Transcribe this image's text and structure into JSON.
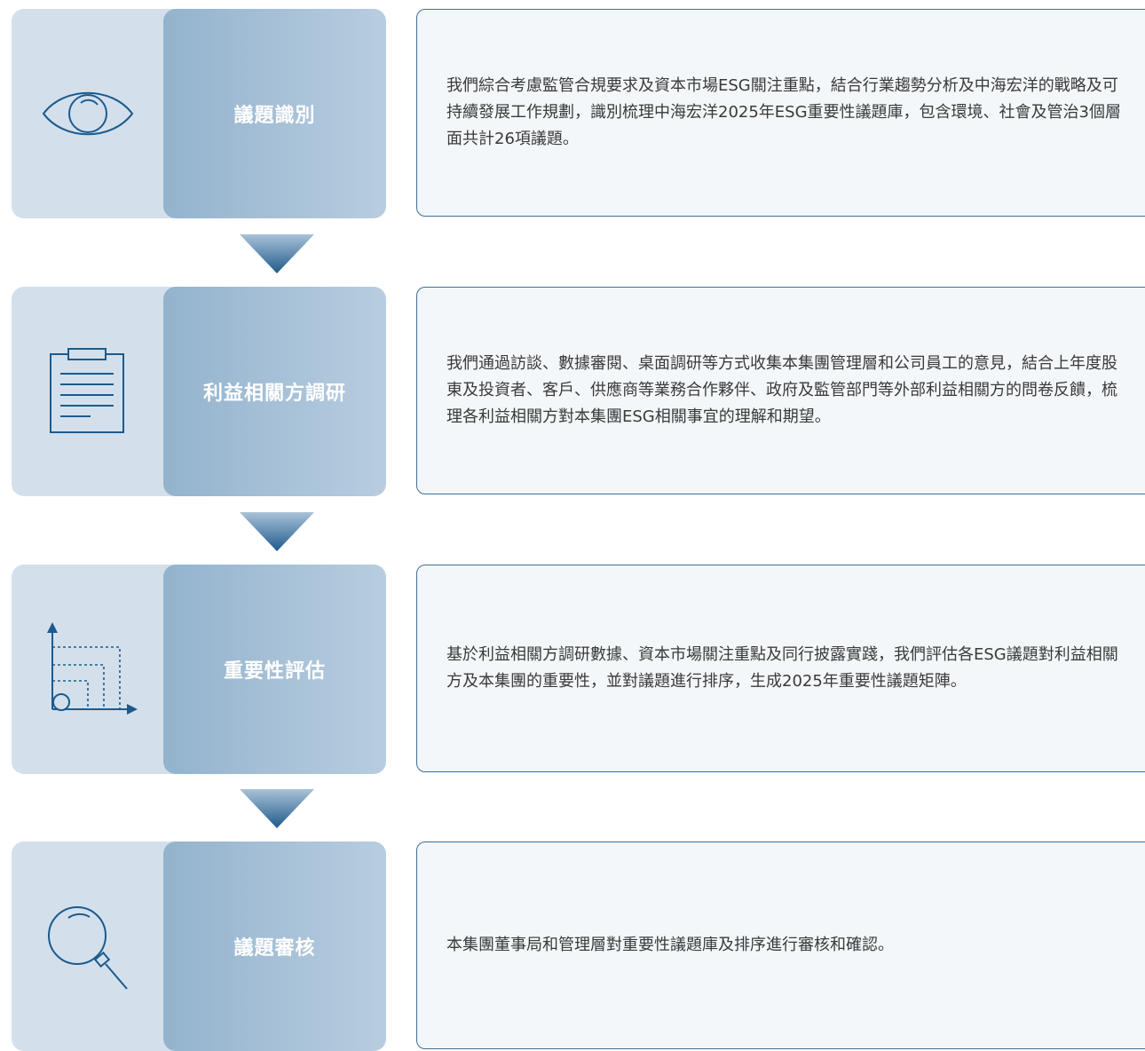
{
  "steps": [
    {
      "icon": "eye-icon",
      "title": "議題識別",
      "description": "我們綜合考慮監管合規要求及資本市場ESG關注重點，結合行業趨勢分析及中海宏洋的戰略及可持續發展工作規劃，識別梳理中海宏洋2025年ESG重要性議題庫，包含環境、社會及管治3個層面共計26項議題。"
    },
    {
      "icon": "clipboard-icon",
      "title": "利益相關方調研",
      "description": "我們通過訪談、數據審閱、桌面調研等方式收集本集團管理層和公司員工的意見，結合上年度股東及投資者、客戶、供應商等業務合作夥伴、政府及監管部門等外部利益相關方的問卷反饋，梳理各利益相關方對本集團ESG相關事宜的理解和期望。"
    },
    {
      "icon": "matrix-chart-icon",
      "title": "重要性評估",
      "description": "基於利益相關方調研數據、資本市場關注重點及同行披露實踐，我們評估各ESG議題對利益相關方及本集團的重要性，並對議題進行排序，生成2025年重要性議題矩陣。"
    },
    {
      "icon": "magnifier-icon",
      "title": "議題審核",
      "description": "本集團董事局和管理層對重要性議題庫及排序進行審核和確認。"
    }
  ],
  "colors": {
    "icon_stroke": "#1d5a8c",
    "card_bg": "#d3e0ec",
    "panel_start": "#93b3cd",
    "panel_end": "#b8cde0",
    "border": "#3d6f96",
    "arrow_top": "#a9c2d8",
    "arrow_bottom": "#1f5a8b"
  }
}
